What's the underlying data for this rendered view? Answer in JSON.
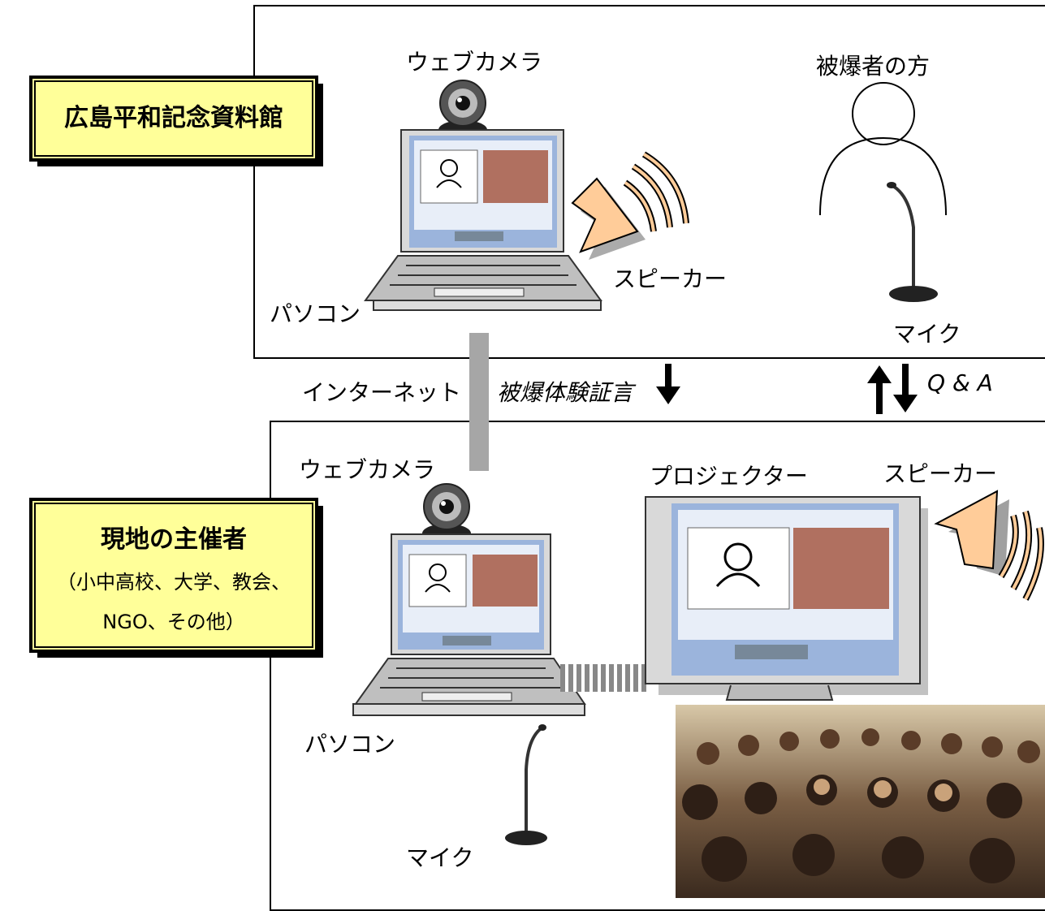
{
  "top_site": {
    "location_label": "広島平和記念資料館",
    "webcam_label": "ウェブカメラ",
    "pc_label": "パソコン",
    "speaker_label": "スピーカー",
    "survivor_label": "被爆者の方",
    "mic_label": "マイク"
  },
  "connection": {
    "internet_label": "インターネット",
    "testimony_label": "被爆体験証言",
    "qa_label": "Q & A"
  },
  "bottom_site": {
    "location_label": "現地の主催者",
    "location_sub1": "（小中高校、大学、教会、",
    "location_sub2": "NGO、その他）",
    "webcam_label": "ウェブカメラ",
    "projector_label": "プロジェクター",
    "speaker_label": "スピーカー",
    "pc_label": "パソコン",
    "mic_label": "マイク"
  },
  "colors": {
    "location_box_fill": "#ffff99",
    "speaker_fill": "#ffcc99",
    "screen_blue": "#9bb4dc",
    "connector_gray": "#a6a6a6"
  }
}
